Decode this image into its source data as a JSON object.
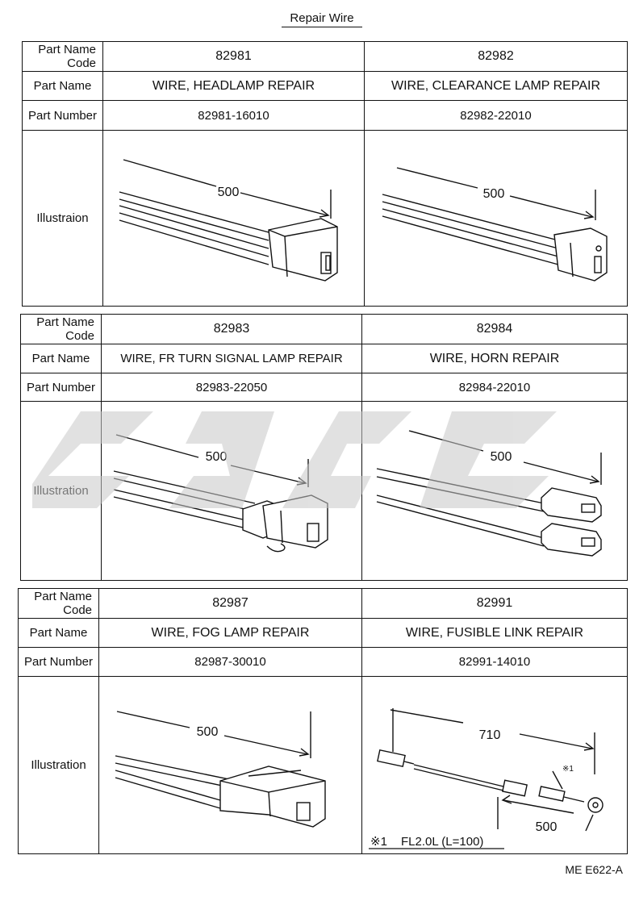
{
  "title": "Repair Wire",
  "labels": {
    "part_name_code_1": "Part Name",
    "part_name_code_2": "Code",
    "part_name": "Part Name",
    "part_number": "Part Number",
    "illustration_1": "Illustraion",
    "illustration": "Illustration"
  },
  "blocks": [
    {
      "left": {
        "code": "82981",
        "name": "WIRE, HEADLAMP REPAIR",
        "number": "82981-16010",
        "dim": "500"
      },
      "right": {
        "code": "82982",
        "name": "WIRE, CLEARANCE LAMP REPAIR",
        "number": "82982-22010",
        "dim": "500"
      }
    },
    {
      "left": {
        "code": "82983",
        "name": "WIRE, FR TURN SIGNAL LAMP REPAIR",
        "number": "82983-22050",
        "dim": "500"
      },
      "right": {
        "code": "82984",
        "name": "WIRE, HORN REPAIR",
        "number": "82984-22010",
        "dim": "500"
      }
    },
    {
      "left": {
        "code": "82987",
        "name": "WIRE, FOG LAMP REPAIR",
        "number": "82987-30010",
        "dim": "500"
      },
      "right": {
        "code": "82991",
        "name": "WIRE, FUSIBLE LINK REPAIR",
        "number": "82991-14010",
        "dim_total": "710",
        "dim_wire": "500",
        "mark": "※1",
        "note_mark": "※1",
        "note": "FL2.0L (L=100)"
      }
    }
  ],
  "page_ref": "ME E622-A"
}
